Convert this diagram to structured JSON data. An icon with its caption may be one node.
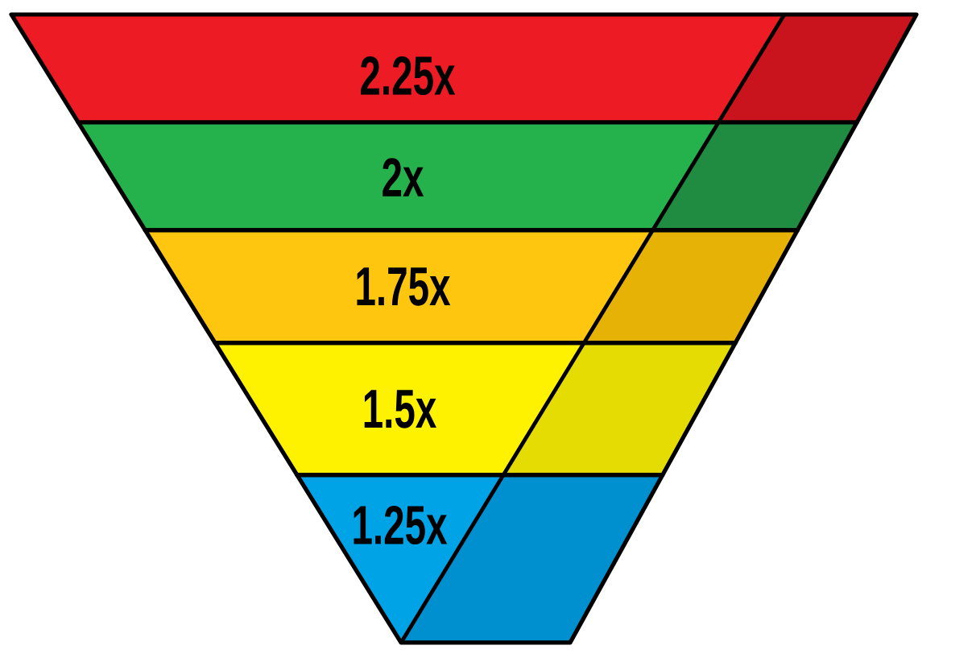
{
  "diagram": {
    "nodes": [
      {
        "text": [
          "2.25x"
        ]
      },
      {
        "text": [
          "2x"
        ]
      },
      {
        "text": [
          "1.75x"
        ]
      },
      {
        "text": [
          "1.5x"
        ]
      },
      {
        "text": [
          "1.25x"
        ]
      }
    ]
  }
}
